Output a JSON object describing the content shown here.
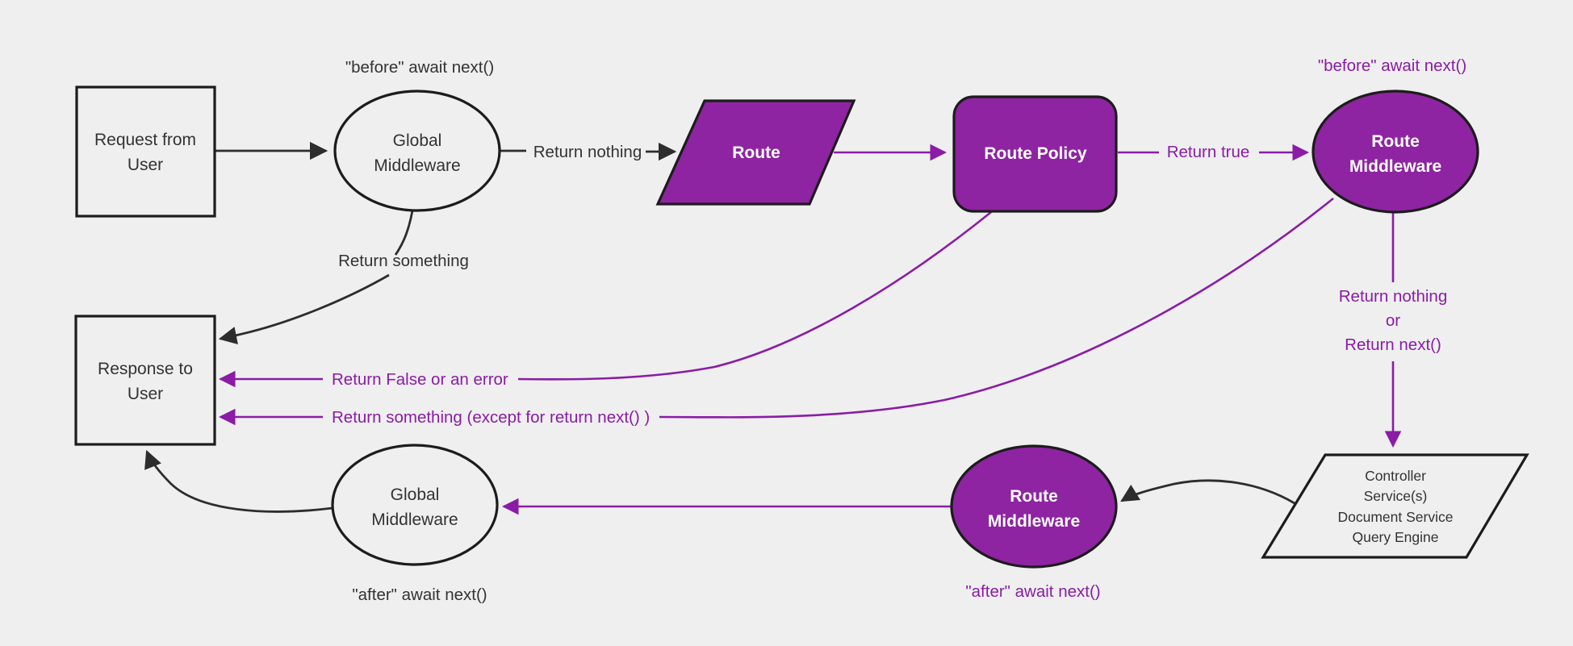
{
  "colors": {
    "background": "#efefef",
    "node_fill_purple": "#8e24a2",
    "node_fill_light": "#efefef",
    "node_border": "#1c1c1c",
    "edge_black": "#2d2d2d",
    "edge_purple": "#8a1ca6",
    "text_dark": "#333333",
    "text_light": "#ffffff",
    "text_purple": "#8a1ca6"
  },
  "nodes": {
    "request_from_user": {
      "lines": [
        "Request from",
        "User"
      ]
    },
    "global_middleware_top": {
      "lines": [
        "Global",
        "Middleware"
      ]
    },
    "route": {
      "label": "Route"
    },
    "route_policy": {
      "label": "Route Policy"
    },
    "route_middleware_top": {
      "lines": [
        "Route",
        "Middleware"
      ]
    },
    "controller_services": {
      "lines": [
        "Controller",
        "Service(s)",
        "Document Service",
        "Query Engine"
      ]
    },
    "route_middleware_bottom": {
      "lines": [
        "Route",
        "Middleware"
      ]
    },
    "global_middleware_bottom": {
      "lines": [
        "Global",
        "Middleware"
      ]
    },
    "response_to_user": {
      "lines": [
        "Response to",
        "User"
      ]
    }
  },
  "annotations": {
    "before_global_middleware": "\"before\" await next()",
    "before_route_middleware": "\"before\" await next()",
    "after_route_middleware": "\"after\" await next()",
    "after_global_middleware": "\"after\" await next()"
  },
  "edge_labels": {
    "return_nothing": "Return nothing",
    "return_true": "Return true",
    "return_nothing_or": [
      "Return nothing",
      "or",
      "Return next()"
    ],
    "return_something": "Return something",
    "return_false_or_error": "Return False or an error",
    "return_something_except": "Return something (except for return next() )"
  }
}
